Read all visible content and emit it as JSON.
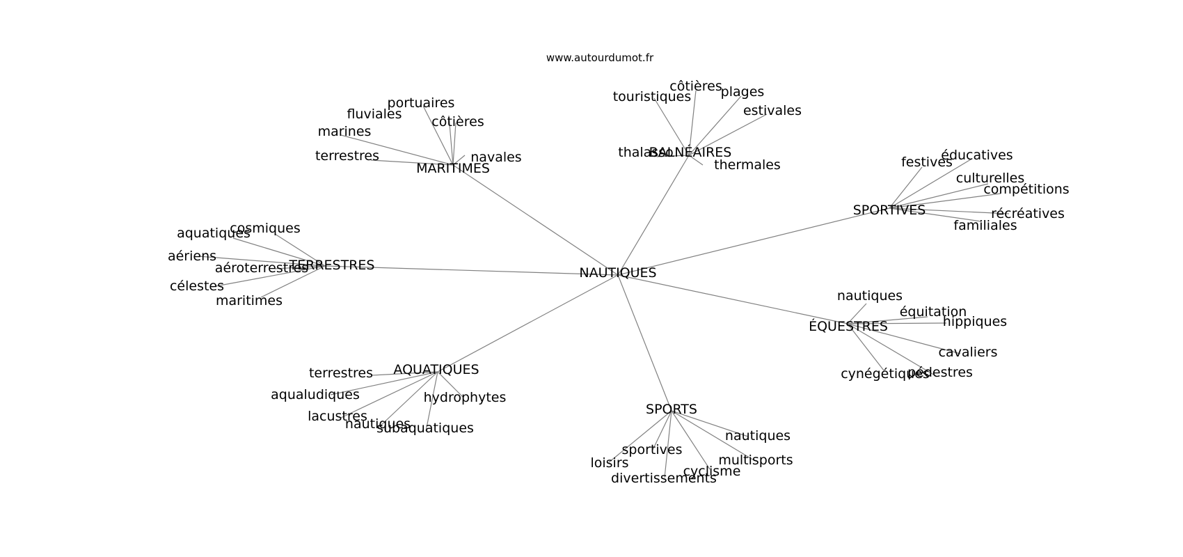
{
  "source": "www.autourdumot.fr",
  "edge_color": "#808080",
  "center": "NAUTIQUES",
  "hubs": [
    {
      "label": "MARITIMES",
      "leaves": [
        "portuaires",
        "fluviales",
        "côtières",
        "marines",
        "navales",
        "terrestres"
      ]
    },
    {
      "label": "BALNÉAIRES",
      "leaves": [
        "côtières",
        "touristiques",
        "plages",
        "estivales",
        "thalasso",
        "thermales"
      ]
    },
    {
      "label": "SPORTIVES",
      "leaves": [
        "festives",
        "éducatives",
        "culturelles",
        "compétitions",
        "récréatives",
        "familiales"
      ]
    },
    {
      "label": "TERRESTRES",
      "leaves": [
        "cosmiques",
        "aquatiques",
        "aériens",
        "aéroterrestres",
        "célestes",
        "maritimes"
      ]
    },
    {
      "label": "ÉQUESTRES",
      "leaves": [
        "nautiques",
        "équitation",
        "hippiques",
        "cavaliers",
        "cynégétiques",
        "pédestres"
      ]
    },
    {
      "label": "AQUATIQUES",
      "leaves": [
        "terrestres",
        "aqualudiques",
        "hydrophytes",
        "lacustres",
        "nautiques",
        "subaquatiques"
      ]
    },
    {
      "label": "SPORTS",
      "leaves": [
        "nautiques",
        "sportives",
        "multisports",
        "loisirs",
        "cyclisme",
        "divertissements"
      ]
    }
  ]
}
